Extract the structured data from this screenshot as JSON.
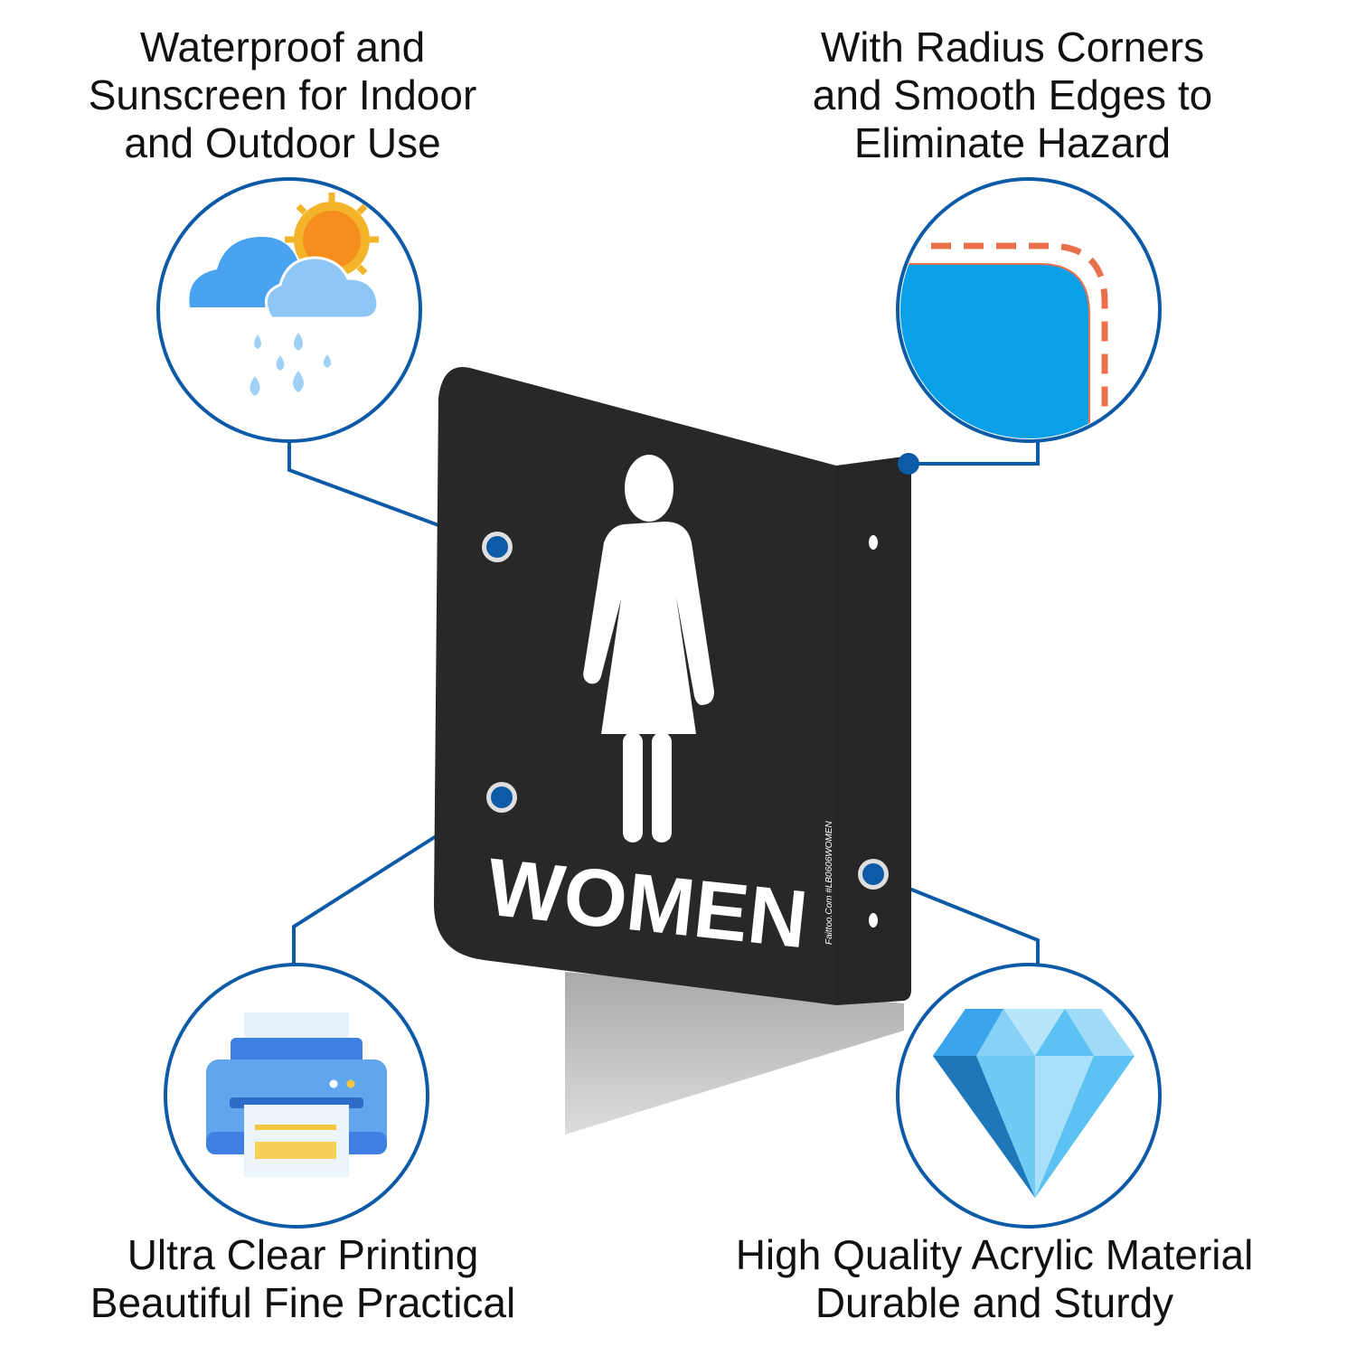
{
  "captions": {
    "top_left": [
      "Waterproof and",
      "Sunscreen for Indoor",
      "and Outdoor Use"
    ],
    "top_right": [
      "With Radius Corners",
      "and Smooth Edges to",
      "Eliminate Hazard"
    ],
    "bottom_left": [
      "Ultra Clear Printing",
      "Beautiful Fine Practical"
    ],
    "bottom_right": [
      "High Quality  Acrylic Material",
      "Durable and Sturdy"
    ]
  },
  "sign": {
    "label": "WOMEN",
    "side_text": "Faittoo.Com  #LB0606WOMEN"
  },
  "icons": {
    "top_left": "weather-icon",
    "top_right": "rounded-corner-icon",
    "bottom_left": "printer-icon",
    "bottom_right": "diamond-icon"
  },
  "colors": {
    "circle_stroke": "#0d5aa7",
    "sign_black": "#252525",
    "accent_blue": "#0aa0e8",
    "dashed_orange": "#e8704a"
  }
}
